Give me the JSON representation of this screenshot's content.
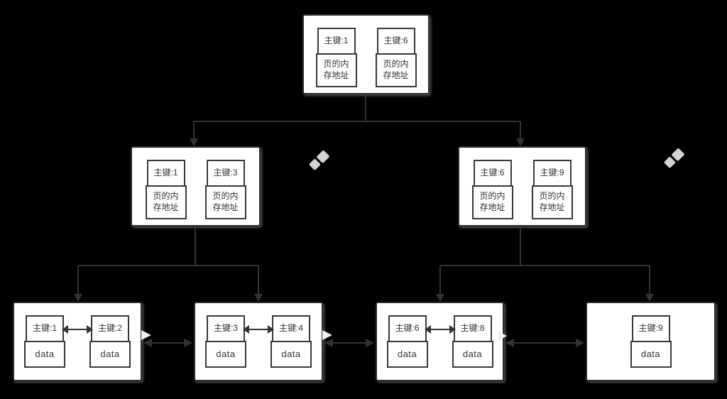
{
  "canvas": {
    "background": "#000000",
    "node_fill": "#ffffff",
    "node_border": "#2b2b2b",
    "cell_border": "#383838",
    "text_color": "#333333",
    "connector_color": "#333333",
    "next_pointer_color": "#ededed",
    "watermark_color": "#e4e4e4"
  },
  "tree": {
    "root": {
      "entries": [
        {
          "key": "主键:1",
          "value": "页的内存地址"
        },
        {
          "key": "主键:6",
          "value": "页的内存地址"
        }
      ]
    },
    "internal": [
      {
        "entries": [
          {
            "key": "主键:1",
            "value": "页的内存地址"
          },
          {
            "key": "主键:3",
            "value": "页的内存地址"
          }
        ]
      },
      {
        "entries": [
          {
            "key": "主键:6",
            "value": "页的内存地址"
          },
          {
            "key": "主键:9",
            "value": "页的内存地址"
          }
        ]
      }
    ],
    "leaves": [
      {
        "entries": [
          {
            "key": "主键:1",
            "value": "data"
          },
          {
            "key": "主键:2",
            "value": "data"
          }
        ]
      },
      {
        "entries": [
          {
            "key": "主键:3",
            "value": "data"
          },
          {
            "key": "主键:4",
            "value": "data"
          }
        ]
      },
      {
        "entries": [
          {
            "key": "主键:6",
            "value": "data"
          },
          {
            "key": "主键:8",
            "value": "data"
          }
        ]
      },
      {
        "entries": [
          {
            "key": "主键:9",
            "value": "data"
          }
        ]
      }
    ]
  }
}
